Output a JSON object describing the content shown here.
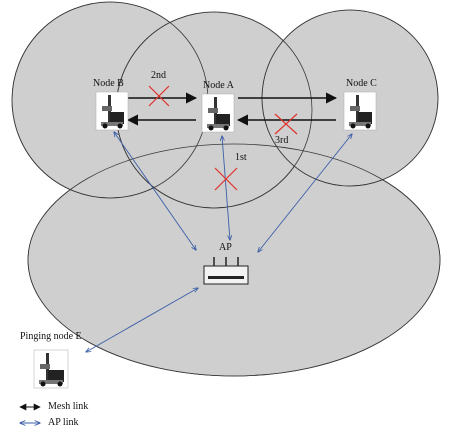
{
  "nodes": {
    "node_a": "Node A",
    "node_b": "Node B",
    "node_c": "Node C",
    "ap": "AP",
    "pinging": "Pinging node E"
  },
  "link_labels": {
    "first": "1st",
    "second": "2nd",
    "third": "3rd"
  },
  "legend": {
    "mesh": "Mesh link",
    "ap": "AP link"
  },
  "icons": [
    "robot-icon",
    "access-point-icon",
    "cross-icon"
  ],
  "colors": {
    "range_fill": "#cfcfcf",
    "range_stroke": "#3a3a3a",
    "mesh_link": "#111111",
    "ap_link": "#3b5fa8",
    "failed_link": "#e0312b"
  }
}
